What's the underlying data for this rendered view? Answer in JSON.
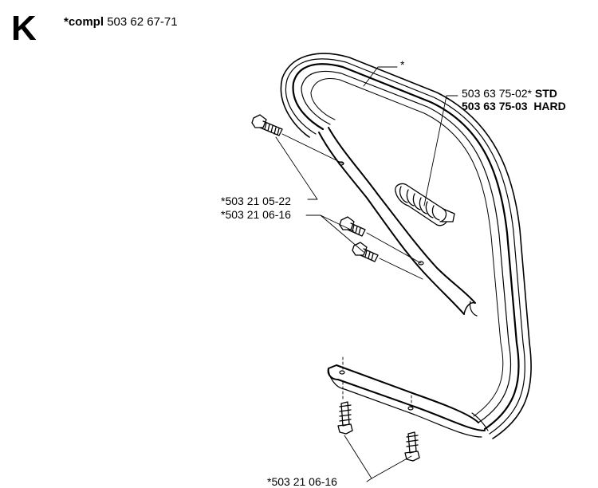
{
  "header": {
    "section_letter": "K",
    "kit_prefix": "*compl",
    "kit_number": "503 62 67-71"
  },
  "callouts": {
    "handle_bar": "*",
    "vibration_std_number": "503 63 75-02*",
    "vibration_std_grade": "STD",
    "vibration_hard_number": "503 63 75-03",
    "vibration_hard_grade": "HARD",
    "screw_a": "*503 21 05-22",
    "screw_b": "*503 21 06-16",
    "screw_bottom": "*503 21 06-16"
  }
}
